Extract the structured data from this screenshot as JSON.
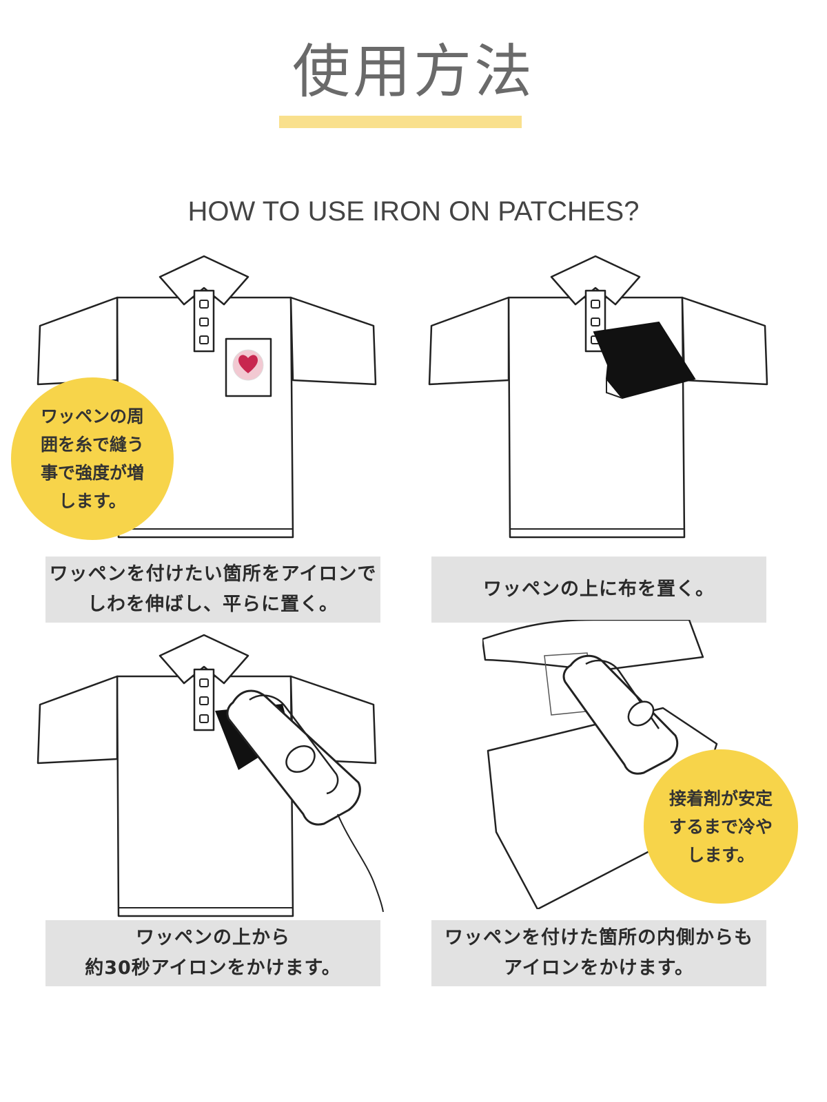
{
  "header": {
    "title": "使用方法",
    "subtitle": "HOW TO USE IRON ON PATCHES?",
    "accent_color": "#f9e08d"
  },
  "steps": [
    {
      "caption_lines": [
        "ワッペンを付けたい箇所をアイロンで",
        "しわを伸ばし、平らに置く。"
      ],
      "tip_lines": [
        "ワッペンの周",
        "囲を糸で縫う",
        "事で強度が増",
        "します。"
      ],
      "illustration": "shirt-with-heart-patch"
    },
    {
      "caption_lines": [
        "ワッペンの上に布を置く。"
      ],
      "illustration": "shirt-with-cloth"
    },
    {
      "caption_lines": [
        "ワッペンの上から",
        "約30秒アイロンをかけます。"
      ],
      "illustration": "shirt-with-iron"
    },
    {
      "caption_lines": [
        "ワッペンを付けた箇所の内側からも",
        "アイロンをかけます。"
      ],
      "tip_lines": [
        "接着剤が安定",
        "するまで冷や",
        "します。"
      ],
      "illustration": "inside-out-shirt-with-iron"
    }
  ],
  "colors": {
    "bubble": "#f7d44a",
    "caption_bg": "#e2e2e2",
    "heart": "#c8264f",
    "heart_ring": "#f2c9d2"
  }
}
